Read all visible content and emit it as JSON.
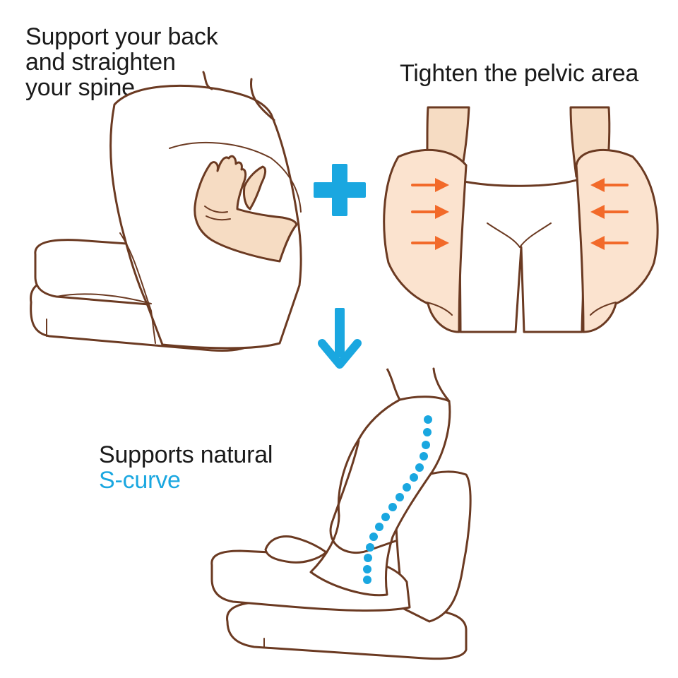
{
  "captions": {
    "support_back": [
      "Support your back",
      "and straighten",
      "your spine"
    ],
    "pelvic": "Tighten the pelvic area",
    "scurve_line1": "Supports natural",
    "scurve_line2": "S-curve"
  },
  "colors": {
    "accent": "#1aa7e0",
    "outline": "#6b3a22",
    "skin": "#f6dcc3",
    "arrow": "#f26a2a"
  },
  "icons": {
    "plus": "plus-icon",
    "down": "arrow-down-icon",
    "squeeze": "arrow-right-icon / arrow-left-icon"
  }
}
